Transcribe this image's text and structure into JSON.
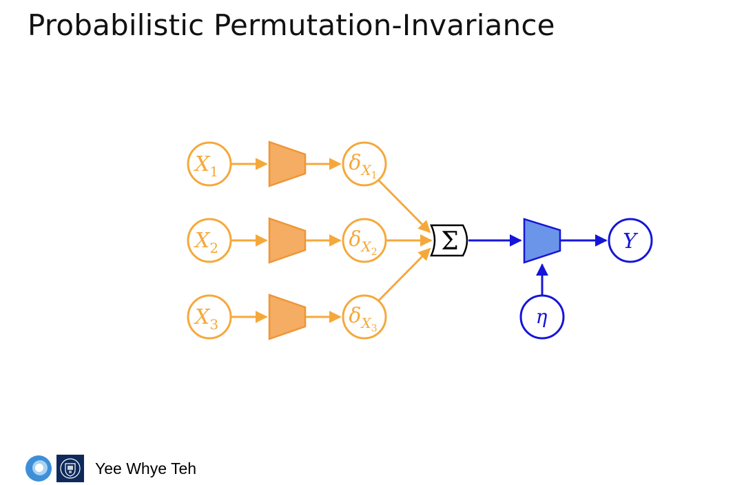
{
  "slide": {
    "title": "Probabilistic Permutation-Invariance"
  },
  "diagram": {
    "inputs": [
      {
        "letter": "X",
        "index": "1"
      },
      {
        "letter": "X",
        "index": "2"
      },
      {
        "letter": "X",
        "index": "3"
      }
    ],
    "deltas": [
      {
        "symbol": "δ",
        "sub_letter": "X",
        "sub_index": "1"
      },
      {
        "symbol": "δ",
        "sub_letter": "X",
        "sub_index": "2"
      },
      {
        "symbol": "δ",
        "sub_letter": "X",
        "sub_index": "3"
      }
    ],
    "sum_symbol": "Σ",
    "noise_symbol": "η",
    "output_symbol": "Y"
  },
  "footer": {
    "author": "Yee Whye Teh",
    "logos": [
      "deepmind-logo",
      "oxford-crest-logo"
    ]
  },
  "colors": {
    "orange_stroke": "#F5A83A",
    "orange_fill": "#F4AD62",
    "orange_fill_border": "#EF9535",
    "blue_stroke": "#1515D8",
    "blue_fill": "#6B95E8",
    "oxford_navy": "#0F2A5A",
    "deepmind_blue": "#3F8FD8"
  }
}
